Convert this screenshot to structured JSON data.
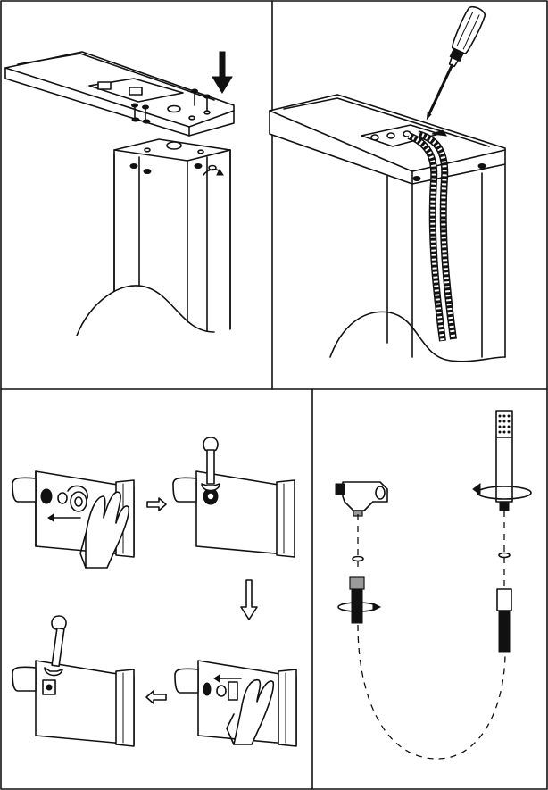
{
  "figure": {
    "panels": [
      {
        "id": "step-1",
        "description_icon": "mount-crossbar-onto-column"
      },
      {
        "id": "step-2",
        "description_icon": "route-hose-and-tighten-screw"
      },
      {
        "id": "step-3",
        "description_icon": "install-wall-connector-sequence"
      },
      {
        "id": "step-4",
        "description_icon": "assemble-hand-shower-and-hose"
      }
    ],
    "colors": {
      "line": "#111111",
      "background": "#ffffff",
      "shade": "#9a9a9a"
    }
  }
}
